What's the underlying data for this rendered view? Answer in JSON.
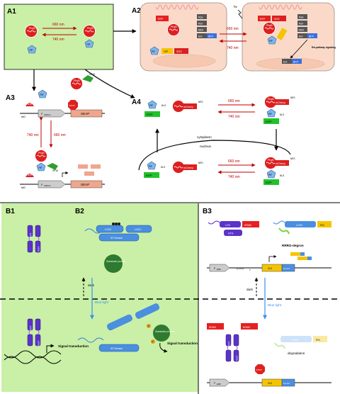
{
  "panels": {
    "a1": "A1",
    "a2": "A2",
    "a3": "A3",
    "a4": "A4",
    "b1": "B1",
    "b2": "B2",
    "b3": "B3"
  },
  "colors": {
    "green_bg": "#c9f0a6",
    "cell_bg": "#fbd9c8",
    "phyb_red": "#dd1f1f",
    "pif_blue": "#7fb6ea",
    "egfp_green": "#22c22a",
    "lov_purple": "#5b33c9",
    "kinase_blue": "#4a8fe0",
    "yellow": "#f5c400",
    "arrow_red": "#c00000",
    "light_blue": "#3a8ff0"
  },
  "a1": {
    "phyb": "PhyB",
    "phyb_act": "PhyB",
    "pif": "PIF",
    "fwd": "660 nm",
    "rev": "740 nm"
  },
  "a2": {
    "hv": "hv",
    "rfp": "RFP",
    "sos": "SOS",
    "sos_sup": "cat",
    "ras": "Ras",
    "raf": "Raf",
    "mek": "MEK",
    "erk": "Erk",
    "bfp": "BFP",
    "phyb": "PhyB",
    "pif": "PIF",
    "yfp": "YFP",
    "fwd": "660 nm",
    "rev": "740 nm",
    "signal": "Erk-pathway signaling"
  },
  "a3": {
    "vp16": "VP16",
    "pif": "PIF",
    "tetr": "TetR",
    "teto": "tetO",
    "promoter": "P",
    "promoter_sub": "CMVmin",
    "seap": "SEAP",
    "stop": "STOP",
    "phyb": "PhyB",
    "nm740": "740 nm",
    "nm660": "660 nm"
  },
  "a4": {
    "pif": "PIF",
    "egfp": "EGFP",
    "nls": "NLS",
    "nes": "NES",
    "phyb": "PhyB",
    "mcherry": "mCherry",
    "fwd": "660 nm",
    "rev": "740 nm",
    "cytoplasm": "cytoplasm",
    "nucleus": "nucleus"
  },
  "b": {
    "lov": "LOV",
    "hth": "HTH",
    "lov2": "LOV2",
    "lov1": "LOV1",
    "kinase": "S/T kinase",
    "substrate": "Substrate protein",
    "p": "P",
    "dark": "dark",
    "blue_light": "Blue light",
    "signal": "Signal transduction"
  },
  "b3": {
    "kras": "KRAB",
    "poi": "POI",
    "degron": "RRRG-degron",
    "promoter": "P",
    "promoter_sub": "EMB",
    "c120": "(C120)",
    "c120_sub": "5",
    "goi": "GOI",
    "egfp": "E-LOV",
    "degradation": "degradation",
    "stop": "STOP",
    "hth": "HTH",
    "lov": "LOV",
    "lov2": "LOV2"
  }
}
